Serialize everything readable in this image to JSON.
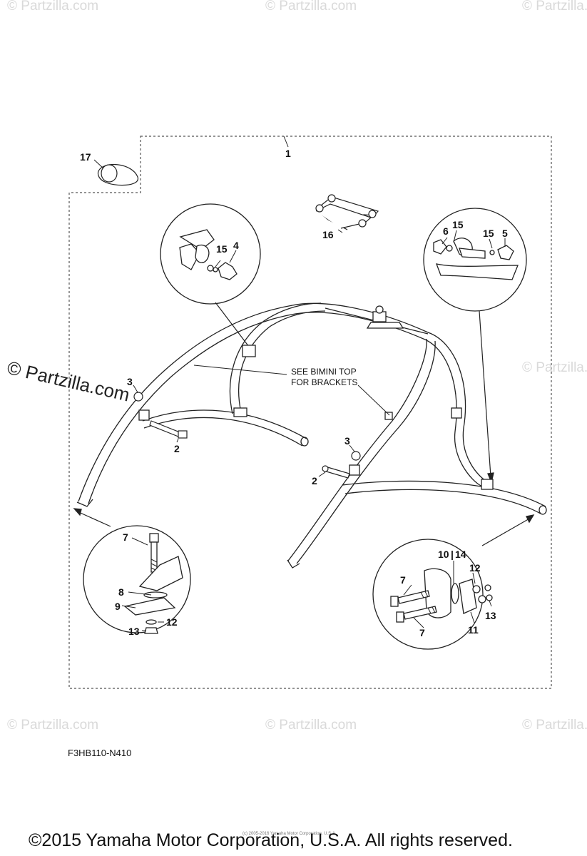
{
  "watermark": {
    "text": "© Partzilla.com",
    "large_text": "© Partzilla.com"
  },
  "callouts": {
    "c1": "1",
    "c2a": "2",
    "c2b": "2",
    "c3a": "3",
    "c3b": "3",
    "c4": "4",
    "c5": "5",
    "c6": "6",
    "c7a": "7",
    "c7b": "7",
    "c7c": "7",
    "c8": "8",
    "c9": "9",
    "c10_14": "10",
    "c14": "14",
    "c11": "11",
    "c12a": "12",
    "c12b": "12",
    "c13a": "13",
    "c13b": "13",
    "c15a": "15",
    "c15b": "15",
    "c15c": "15",
    "c16": "16",
    "c17": "17"
  },
  "note": {
    "line1": "SEE BIMINI TOP",
    "line2": "FOR BRACKETS"
  },
  "figure_code": "F3HB110-N410",
  "tiny_copyright": "(c) 2005-2016 Yamaha Motor Corporation, U.S.A.",
  "copyright": "©2015 Yamaha Motor Corporation, U.S.A. All rights reserved."
}
